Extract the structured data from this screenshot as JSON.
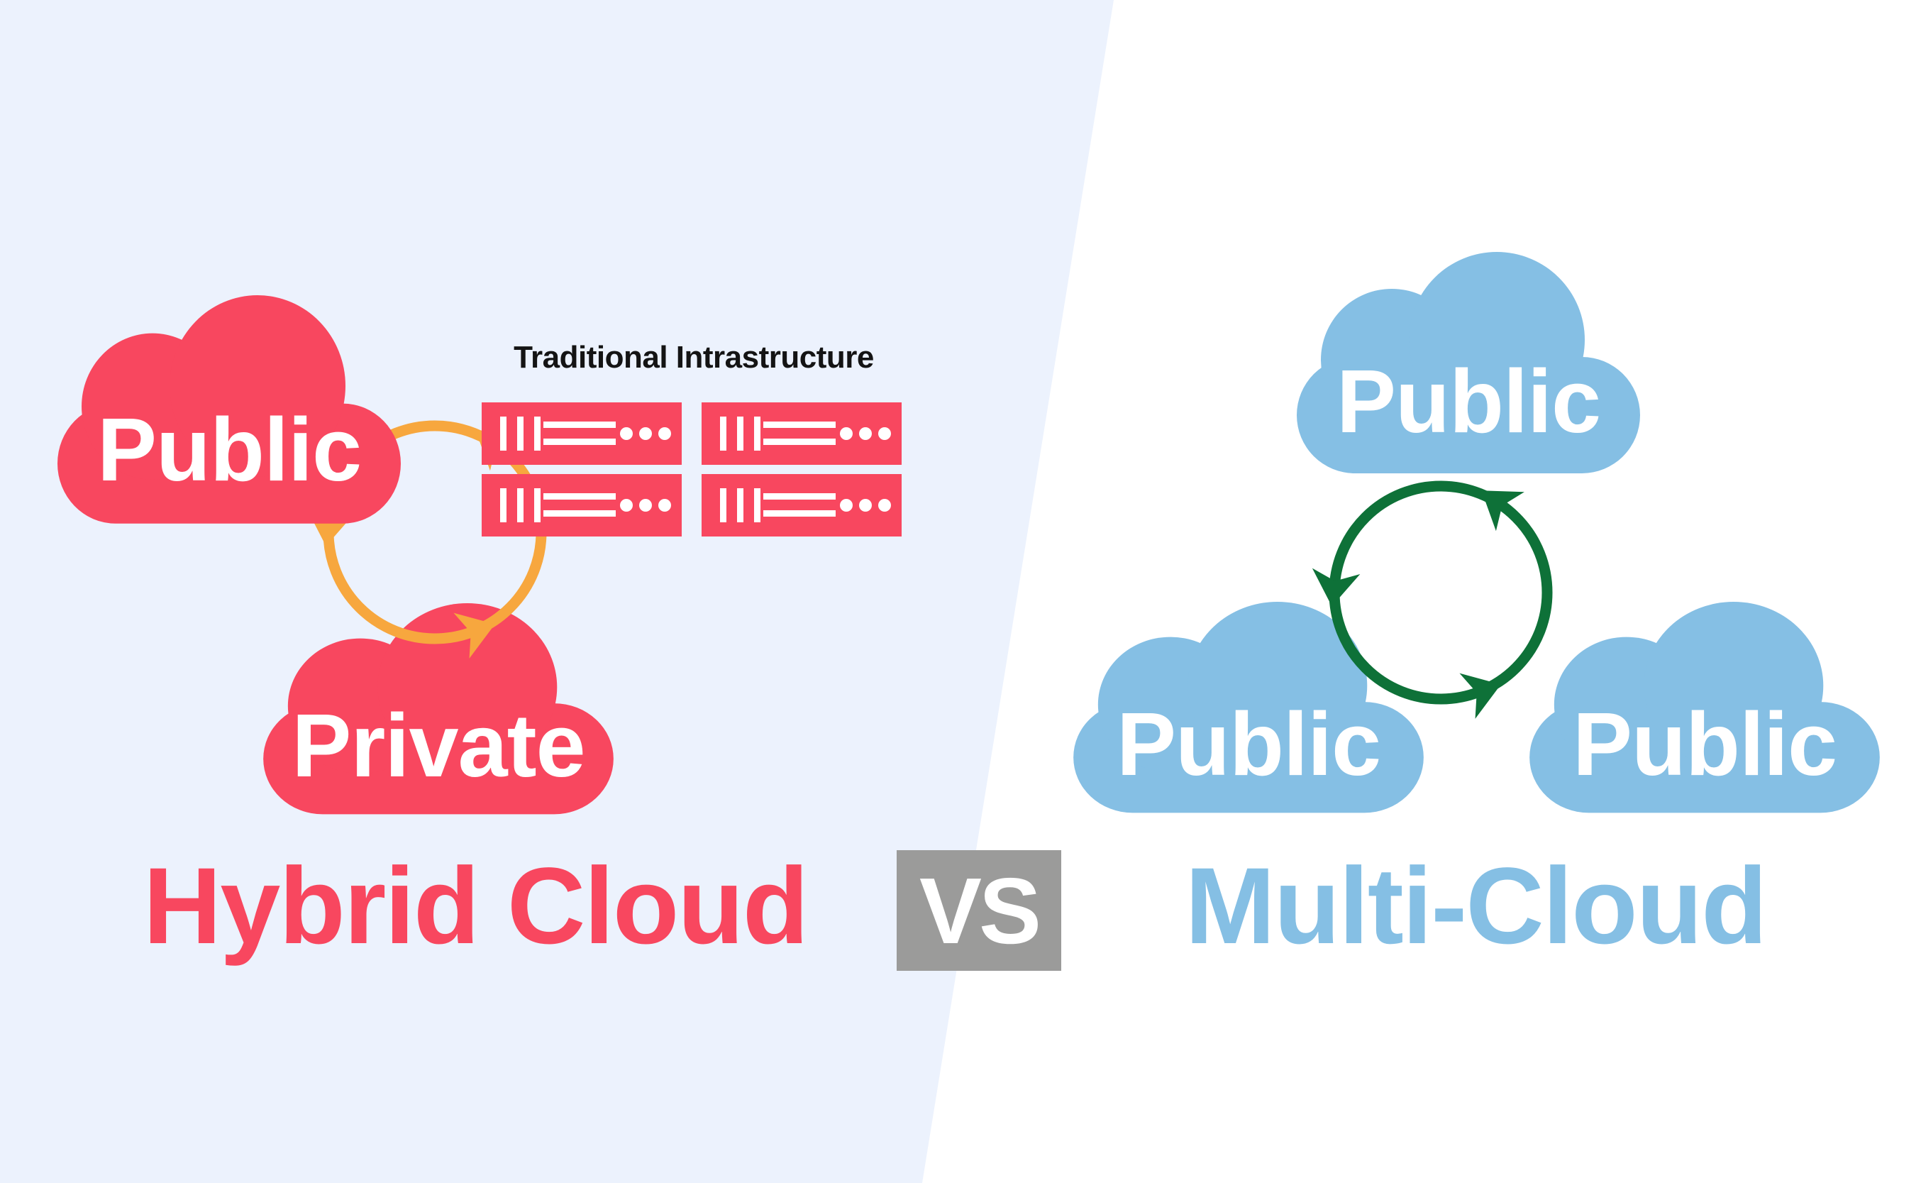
{
  "colors": {
    "bg_left": "#ECF2FD",
    "bg_right": "#FFFFFF",
    "pink": "#F8475F",
    "cloud_blue": "#85BFE4",
    "sync_yellow": "#F7A73E",
    "sync_green": "#0E7138",
    "vs_gray": "#9B9B9A",
    "label_white": "#FFFFFF",
    "infra_text": "#141414"
  },
  "left": {
    "title": "Hybrid Cloud",
    "public_cloud_label": "Public",
    "private_cloud_label": "Private",
    "infrastructure_label": "Traditional Intrastructure"
  },
  "versus": {
    "label": "VS"
  },
  "right": {
    "title": "Multi-Cloud",
    "cloud_labels": [
      "Public",
      "Public",
      "Public"
    ]
  }
}
